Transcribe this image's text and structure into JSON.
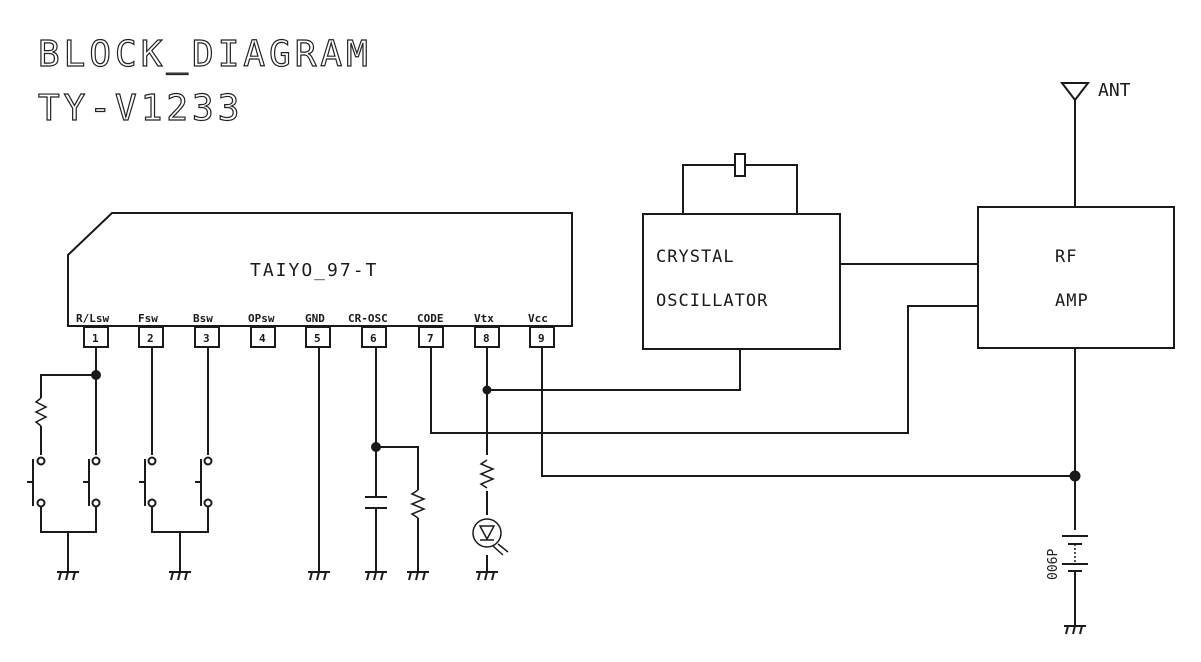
{
  "title": {
    "line1": "BLOCK_DIAGRAM",
    "line2": "TY-V1233"
  },
  "chip": {
    "name": "TAIYO_97-T",
    "pins": [
      {
        "num": "1",
        "label": "R/Lsw"
      },
      {
        "num": "2",
        "label": "Fsw"
      },
      {
        "num": "3",
        "label": "Bsw"
      },
      {
        "num": "4",
        "label": "OPsw"
      },
      {
        "num": "5",
        "label": "GND"
      },
      {
        "num": "6",
        "label": "CR-OSC"
      },
      {
        "num": "7",
        "label": "CODE"
      },
      {
        "num": "8",
        "label": "Vtx"
      },
      {
        "num": "9",
        "label": "Vcc"
      }
    ]
  },
  "blocks": {
    "crystal_oscillator": {
      "line1": "CRYSTAL",
      "line2": "OSCILLATOR"
    },
    "rf_amp": {
      "line1": "RF",
      "line2": "AMP"
    }
  },
  "antenna": {
    "label": "ANT"
  },
  "capacitor": {
    "label": "006P"
  },
  "colors": {
    "ink": "#1a1a1a",
    "paper": "#ffffff"
  }
}
